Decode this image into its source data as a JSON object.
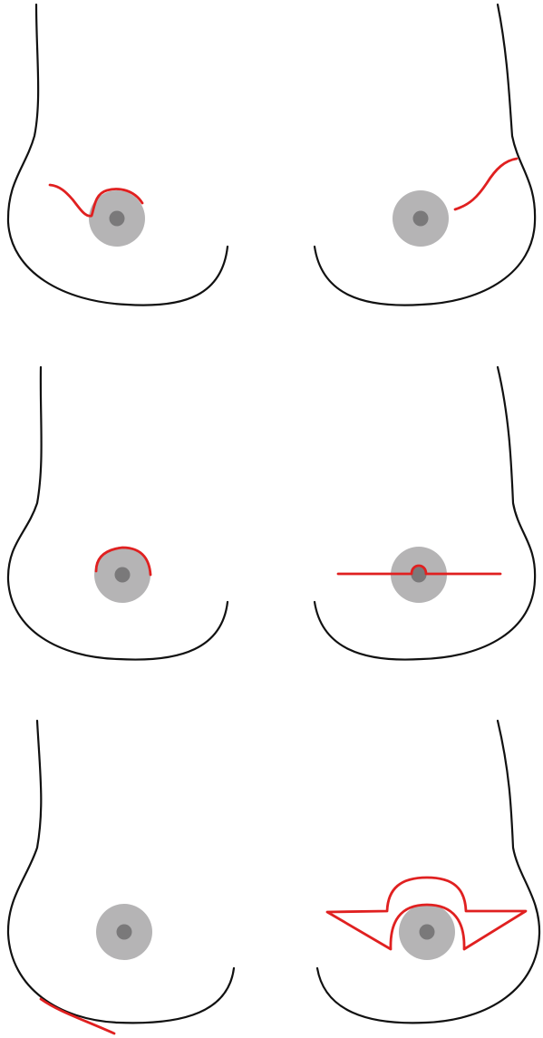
{
  "figure": {
    "colors": {
      "background": "#ffffff",
      "body_outline": "#111111",
      "areola": "#b5b4b5",
      "nipple": "#7a797a",
      "incision": "#e02020"
    },
    "panels": [
      {
        "row": 1,
        "side": "left",
        "incision": "curved-periareolar-lateral-extension"
      },
      {
        "row": 1,
        "side": "right",
        "incision": "lateral-radial"
      },
      {
        "row": 2,
        "side": "left",
        "incision": "superior-periareolar"
      },
      {
        "row": 2,
        "side": "right",
        "incision": "transareolar-horizontal"
      },
      {
        "row": 3,
        "side": "left",
        "incision": "inframammary"
      },
      {
        "row": 3,
        "side": "right",
        "incision": "periareolar-bilateral-wedge"
      }
    ]
  }
}
